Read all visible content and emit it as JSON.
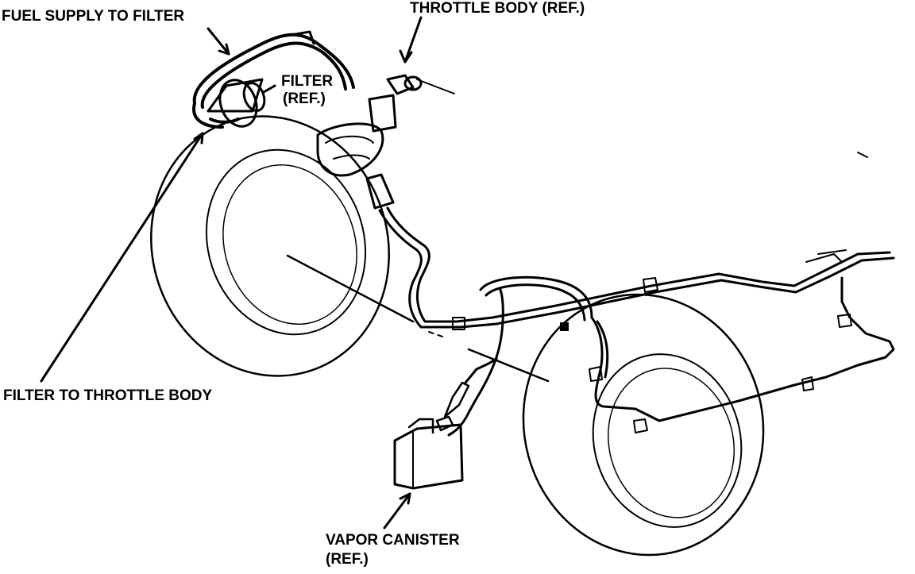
{
  "labels": {
    "fuel_supply": "FUEL SUPPLY TO FILTER",
    "throttle_body": "THROTTLE BODY (REF.)",
    "filter_line1": "FILTER",
    "filter_line2": "(REF.)",
    "filter_to_throttle": "FILTER TO THROTTLE BODY",
    "vapor_line1": "VAPOR CANISTER",
    "vapor_line2": "(REF.)"
  },
  "colors": {
    "ink": "#000000",
    "paper": "#ffffff"
  }
}
